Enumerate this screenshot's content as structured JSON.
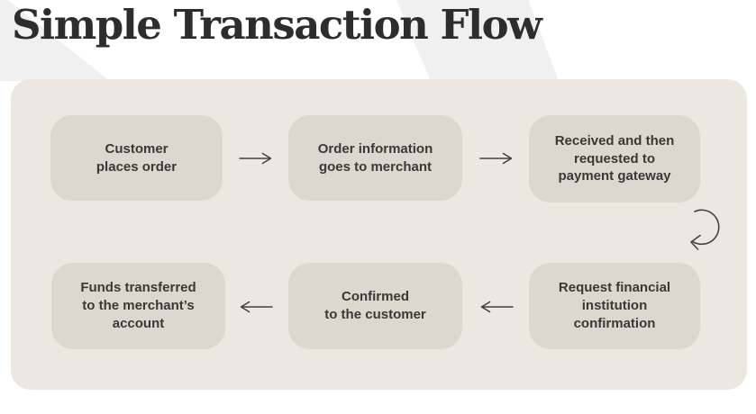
{
  "title": "Simple Transaction Flow",
  "colors": {
    "page_background": "#ffffff",
    "decoration": "#f1f0f0",
    "panel_background": "#ece7e1",
    "node_background": "#ddd7cf",
    "title_text": "#2e2d2d",
    "node_text": "#3a3836",
    "arrow": "#45423e"
  },
  "flow": {
    "steps": [
      {
        "id": "step-1",
        "label": "Customer\nplaces order"
      },
      {
        "id": "step-2",
        "label": "Order information\ngoes to merchant"
      },
      {
        "id": "step-3",
        "label": "Received and then\nrequested to\npayment gateway"
      },
      {
        "id": "step-4",
        "label": "Request financial\ninstitution\nconfirmation"
      },
      {
        "id": "step-5",
        "label": "Confirmed\nto the customer"
      },
      {
        "id": "step-6",
        "label": "Funds transferred\nto the merchant’s\naccount"
      }
    ],
    "connections": [
      {
        "from": "step-1",
        "to": "step-2",
        "direction": "right"
      },
      {
        "from": "step-2",
        "to": "step-3",
        "direction": "right"
      },
      {
        "from": "step-3",
        "to": "step-4",
        "direction": "down-curved"
      },
      {
        "from": "step-4",
        "to": "step-5",
        "direction": "left"
      },
      {
        "from": "step-5",
        "to": "step-6",
        "direction": "left"
      }
    ]
  }
}
